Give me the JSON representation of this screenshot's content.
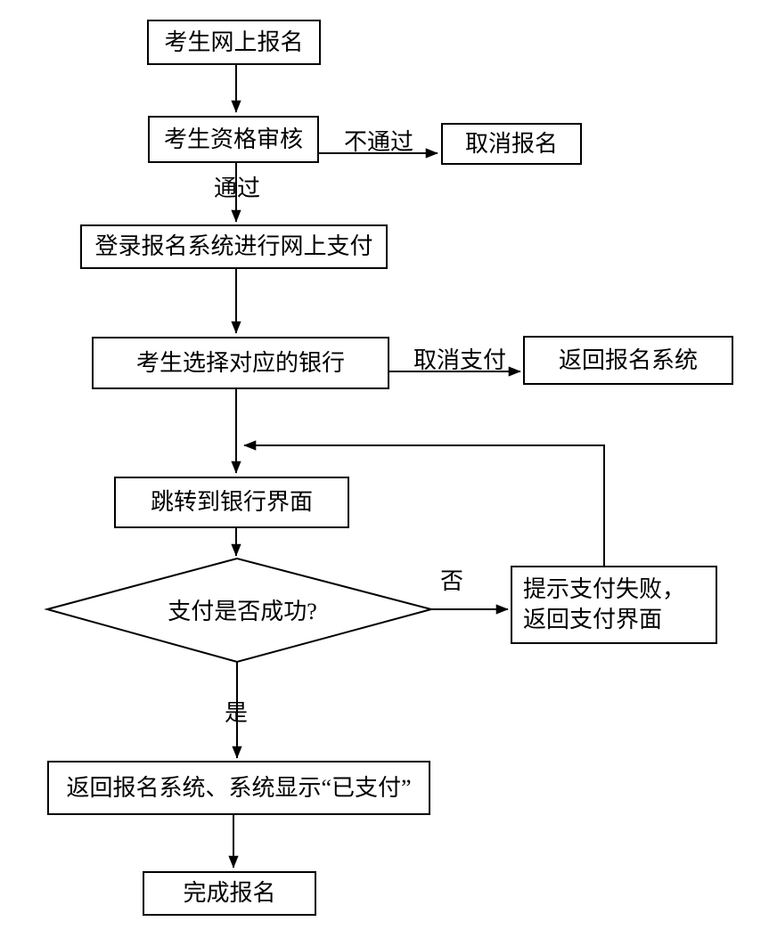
{
  "page": {
    "background_color": "#ffffff",
    "line_color": "#000000"
  },
  "flowchart": {
    "nodes": {
      "register": {
        "type": "rect",
        "label": "考生网上报名"
      },
      "review": {
        "type": "rect",
        "label": "考生资格审核"
      },
      "cancel_register": {
        "type": "rect",
        "label": "取消报名"
      },
      "login_pay": {
        "type": "rect",
        "label": "登录报名系统进行网上支付"
      },
      "choose_bank": {
        "type": "rect",
        "label": "考生选择对应的银行"
      },
      "return_system": {
        "type": "rect",
        "label": "返回报名系统"
      },
      "bank_page": {
        "type": "rect",
        "label": "跳转到银行界面"
      },
      "pay_success": {
        "type": "diamond",
        "label": "支付是否成功?"
      },
      "pay_fail": {
        "type": "rect",
        "label": "提示支付失败，返回支付界面"
      },
      "paid": {
        "type": "rect",
        "label": "返回报名系统、系统显示“已支付”"
      },
      "done": {
        "type": "rect",
        "label": "完成报名"
      }
    },
    "edge_labels": {
      "fail_review": "不通过",
      "pass_review": "通过",
      "cancel_pay": "取消支付",
      "no": "否",
      "yes": "是"
    }
  }
}
